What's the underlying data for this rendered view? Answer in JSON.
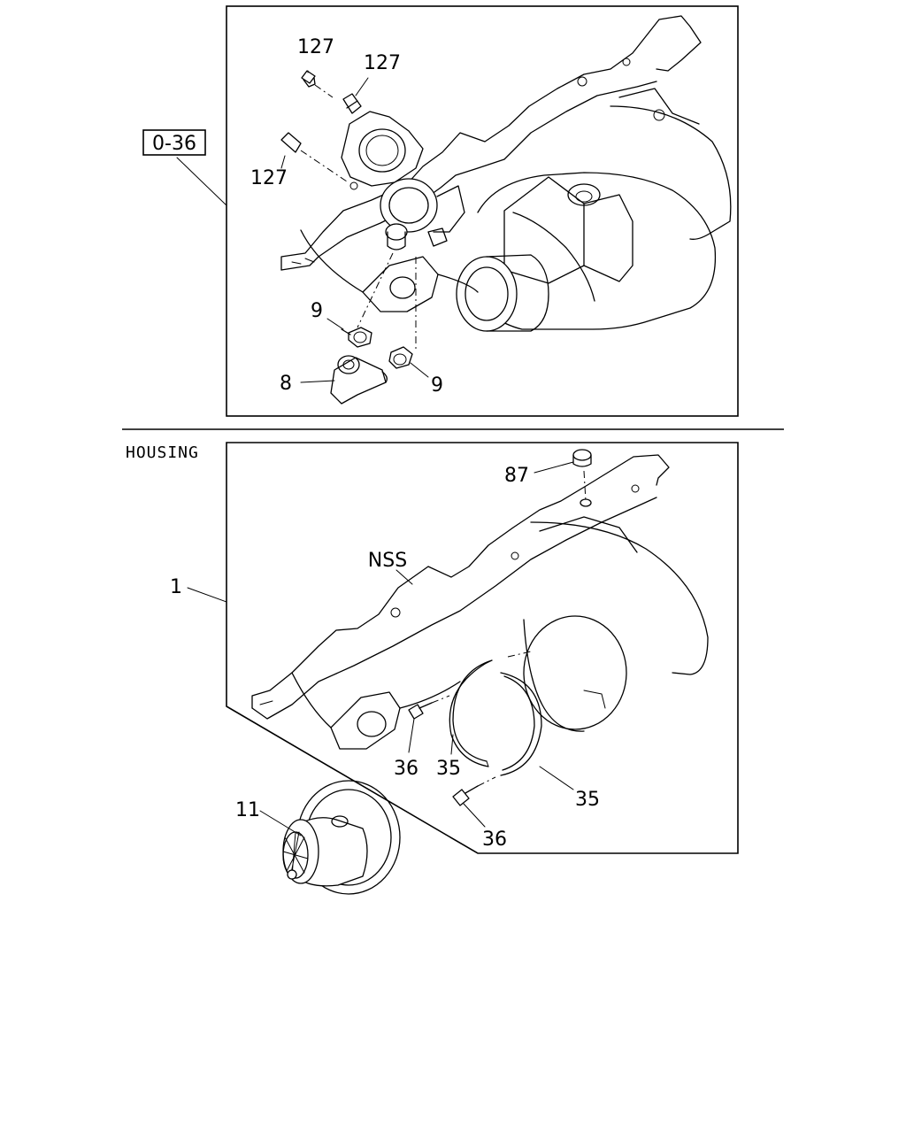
{
  "top_section": {
    "ref_box_label": "0-36",
    "callouts": {
      "stud_a": "127",
      "stud_b": "127",
      "stud_c": "127",
      "clamp_a": "9",
      "clamp_b": "9",
      "hose": "8"
    }
  },
  "bottom_section": {
    "section_title": "HOUSING",
    "callouts": {
      "housing": "1",
      "nss": "NSS",
      "plug": "87",
      "bolt_a": "36",
      "bolt_b": "36",
      "ring_a": "35",
      "ring_b": "35",
      "cartridge": "11"
    }
  }
}
